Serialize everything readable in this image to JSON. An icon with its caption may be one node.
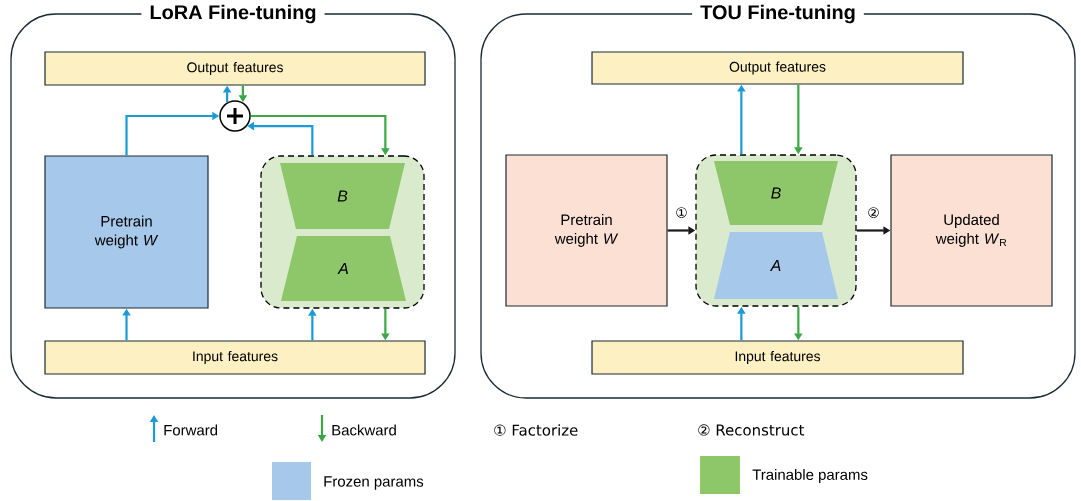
{
  "diagram": {
    "nodes": [
      {
        "text": [
          "LoRA Fine-tuning"
        ]
      },
      {
        "text": [
          "Output features"
        ],
        "in": 0
      },
      {
        "text": [],
        "shape": "circle",
        "in": 0
      },
      {
        "text": [
          "Pretrain weight *W*"
        ],
        "in": 0
      },
      {
        "text": [],
        "shape": "box",
        "in": 0
      },
      {
        "text": [
          "*B*"
        ],
        "in": 4
      },
      {
        "text": [
          "*A*"
        ],
        "in": 4
      },
      {
        "text": [
          "Input features"
        ],
        "in": 0
      },
      {
        "text": [
          "TOU Fine-tuning"
        ]
      },
      {
        "text": [
          "Output features"
        ],
        "in": 8
      },
      {
        "text": [
          "Pretrain weight *W*"
        ],
        "in": 8
      },
      {
        "text": [],
        "shape": "box",
        "in": 8
      },
      {
        "text": [
          "*B*"
        ],
        "in": 11
      },
      {
        "text": [
          "*A*"
        ],
        "in": 11
      },
      {
        "text": [
          "Updated weight *W*$_{R}$"
        ],
        "in": 8
      },
      {
        "text": [
          "Input features"
        ],
        "in": 8
      }
    ],
    "edges": [
      {
        "from": 7,
        "to": 3,
        "arrow": "to"
      },
      {
        "from": 7,
        "to": 4,
        "arrow": "to"
      },
      {
        "from": 3,
        "to": 2,
        "arrow": "to"
      },
      {
        "from": 4,
        "to": 2,
        "arrow": "to"
      },
      {
        "from": 2,
        "to": 1,
        "arrow": "to"
      },
      {
        "from": 1,
        "to": 2,
        "arrow": "to",
        "color": "#3aa845"
      },
      {
        "from": 2,
        "to": 4,
        "arrow": "to",
        "color": "#3aa845"
      },
      {
        "from": 4,
        "to": 7,
        "arrow": "to",
        "color": "#3aa845"
      },
      {
        "from": 11,
        "to": 9,
        "arrow": "to"
      },
      {
        "from": 9,
        "to": 11,
        "arrow": "to",
        "color": "#3aa845"
      },
      {
        "from": 15,
        "to": 11,
        "arrow": "to"
      },
      {
        "from": 11,
        "to": 15,
        "arrow": "to",
        "color": "#3aa845"
      },
      {
        "from": 10,
        "to": 11,
        "arrow": "to",
        "label": "①",
        "color": "#1a1a1a"
      },
      {
        "from": 11,
        "to": 14,
        "arrow": "to",
        "label": "②",
        "color": "#1a1a1a"
      }
    ],
    "legend": [
      {
        "text": "Forward"
      },
      {
        "text": "Backward"
      },
      {
        "text": "① Factorize"
      },
      {
        "text": "② Reconstruct"
      },
      {
        "text": "Frozen params",
        "color": "#a6c8ea"
      },
      {
        "text": "Trainable params",
        "color": "#8dc76a"
      }
    ]
  }
}
